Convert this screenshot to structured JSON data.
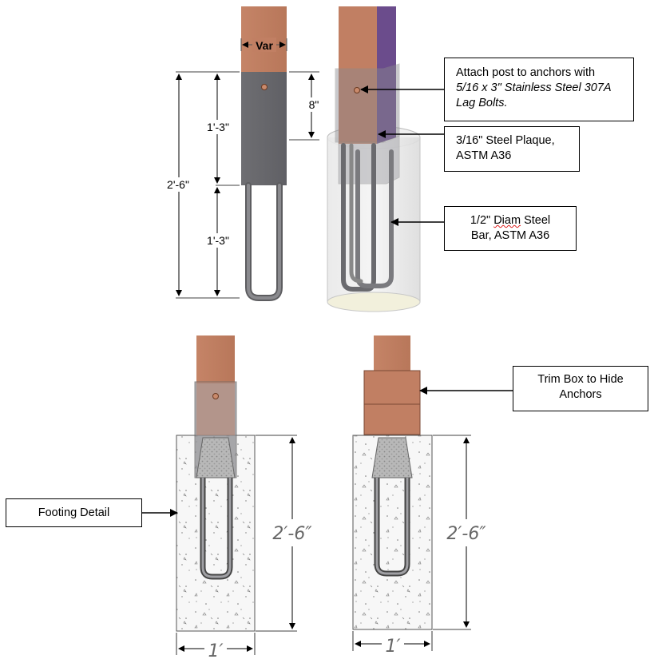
{
  "colors": {
    "post": "#c17f63",
    "post_dark": "#a96a50",
    "post_side": "#6b4c8c",
    "plaque": "#6f6f73",
    "bar": "#77777a",
    "concrete": "#f7f7f7",
    "glass": "#e6e6e6",
    "dim_line": "#000000",
    "cad_text": "#666666"
  },
  "elevation": {
    "post_width_label": "Var",
    "dim_total": "2'-6\"",
    "dim_upper": "1'-3\"",
    "dim_lower": "1'-3\"",
    "dim_bolt": "8\""
  },
  "callouts": {
    "lag_bolts": {
      "line1": "Attach post to anchors with",
      "line2": "5/16 x 3\" Stainless Steel 307A",
      "line3": "Lag Bolts."
    },
    "plaque": {
      "line1": "3/16\" Steel Plaque,",
      "line2": "ASTM A36"
    },
    "bar": {
      "prefix": "1/2\" ",
      "diam": "Diam",
      "suffix": " Steel",
      "line2": "Bar, ASTM A36"
    },
    "trim_box": {
      "line1": "Trim Box to Hide",
      "line2": "Anchors"
    },
    "footing": {
      "label": "Footing Detail"
    }
  },
  "footing_left": {
    "depth_label": "2′-6″",
    "width_label": "1′"
  },
  "footing_right": {
    "depth_label": "2′-6″",
    "width_label": "1′"
  },
  "icons": [
    "arrow-icon",
    "bolt-hole-icon"
  ]
}
